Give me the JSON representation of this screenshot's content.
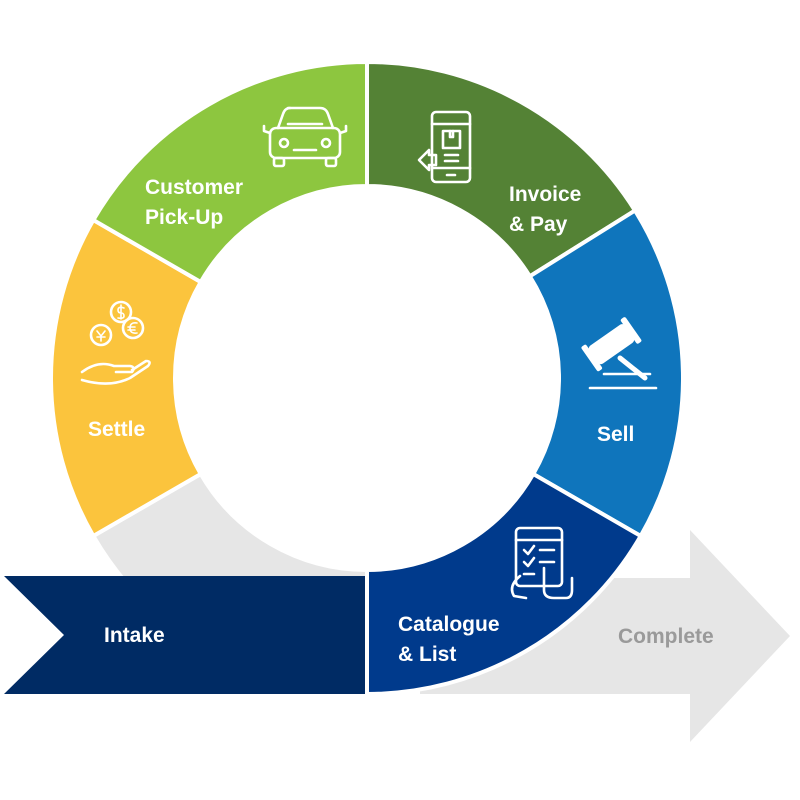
{
  "diagram": {
    "stages": [
      {
        "id": "customer-pickup",
        "lines": [
          "Customer",
          "Pick-Up"
        ],
        "color": "#8dc63f",
        "icon": "car-icon"
      },
      {
        "id": "invoice-pay",
        "lines": [
          "Invoice",
          "& Pay"
        ],
        "color": "#548235",
        "icon": "mobile-checkout-icon"
      },
      {
        "id": "sell",
        "lines": [
          "Sell"
        ],
        "color": "#0f75bc",
        "icon": "gavel-icon"
      },
      {
        "id": "catalogue-list",
        "lines": [
          "Catalogue",
          "& List"
        ],
        "color": "#003a8c",
        "icon": "tablet-checklist-icon"
      },
      {
        "id": "settle",
        "lines": [
          "Settle"
        ],
        "color": "#fbc43d",
        "icon": "coins-hand-icon"
      }
    ],
    "intake": {
      "label": "Intake",
      "color": "#002b64"
    },
    "complete": {
      "label": "Complete",
      "color": "#e6e6e6"
    },
    "ring_gap_color": "#e6e6e6"
  }
}
